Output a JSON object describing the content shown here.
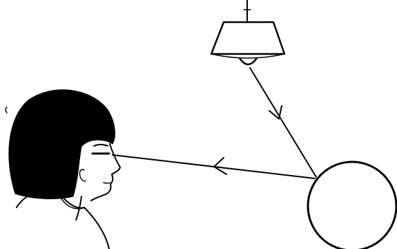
{
  "diagram": {
    "ink_color": "#000000",
    "background_color": "#ffffff",
    "elements": [
      "ceiling-lamp",
      "light-bulb",
      "ball",
      "girl-observer",
      "incident-ray",
      "reflected-ray"
    ],
    "icons": [
      "arrow-down-right-icon",
      "arrow-left-icon"
    ]
  }
}
